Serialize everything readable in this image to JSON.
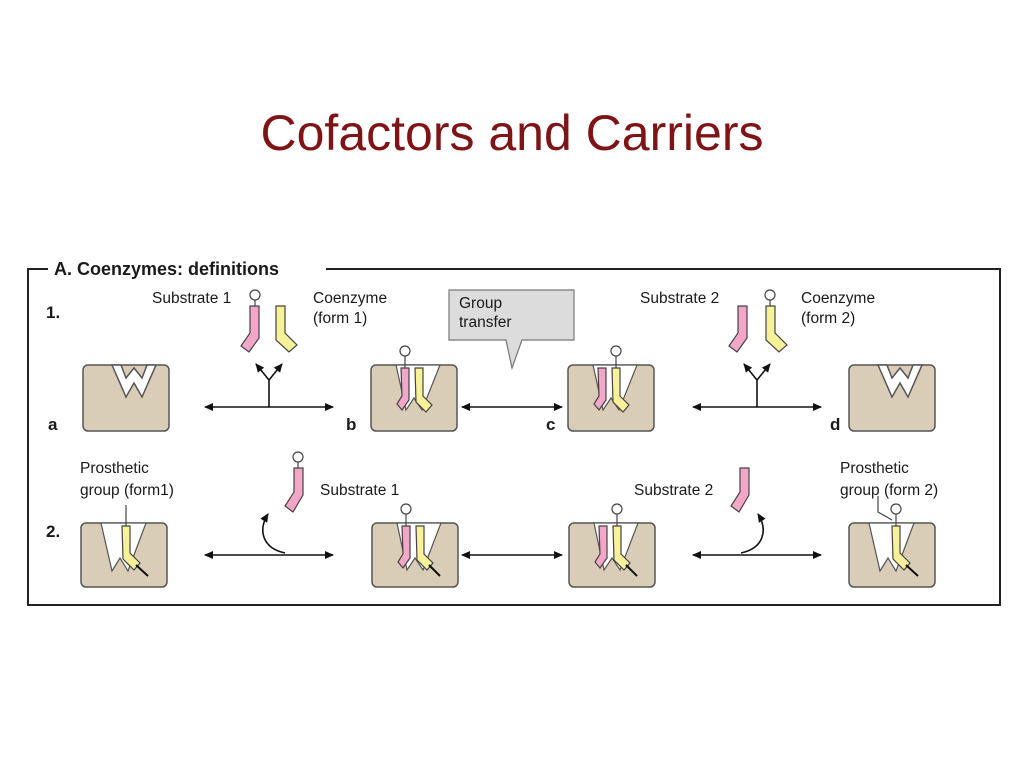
{
  "slide": {
    "title": "Cofactors and Carriers"
  },
  "panel": {
    "header": "A. Coenzymes: definitions",
    "row1": {
      "number": "1.",
      "substrate1": "Substrate 1",
      "coenzyme1_line1": "Coenzyme",
      "coenzyme1_line2": "(form 1)",
      "callout_line1": "Group",
      "callout_line2": "transfer",
      "substrate2": "Substrate 2",
      "coenzyme2_line1": "Coenzyme",
      "coenzyme2_line2": "(form 2)",
      "label_a": "a",
      "label_b": "b",
      "label_c": "c",
      "label_d": "d"
    },
    "row2": {
      "number": "2.",
      "prosthetic1_line1": "Prosthetic",
      "prosthetic1_line2": "group (form1)",
      "substrate1": "Substrate 1",
      "substrate2": "Substrate 2",
      "prosthetic2_line1": "Prosthetic",
      "prosthetic2_line2": "group (form 2)"
    }
  },
  "colors": {
    "title": "#7f1416",
    "enzyme": "#d9cdb8",
    "substrate": "#f2a6c8",
    "coenzyme": "#f7f19a",
    "callout": "#dcdcdc"
  }
}
